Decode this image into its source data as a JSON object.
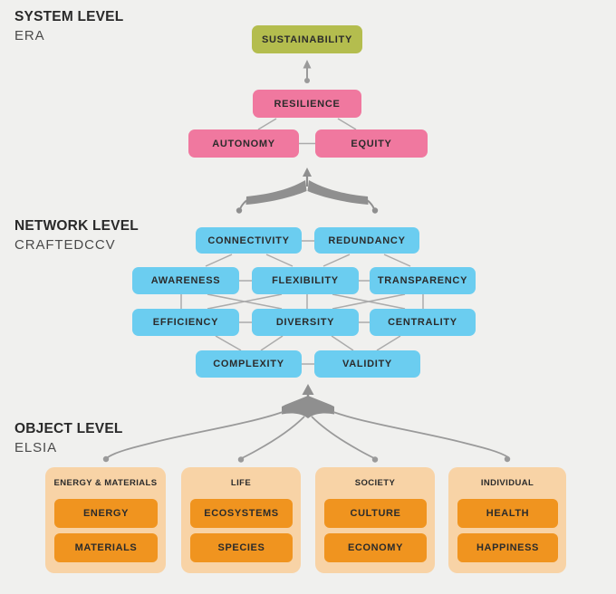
{
  "levels": {
    "system": {
      "title": "SYSTEM LEVEL",
      "subtitle": "ERA"
    },
    "network": {
      "title": "NETWORK LEVEL",
      "subtitle": "CRAFTEDCCV"
    },
    "object": {
      "title": "OBJECT LEVEL",
      "subtitle": "ELSIA"
    }
  },
  "system_nodes": {
    "sustainability": "SUSTAINABILITY",
    "resilience": "RESILIENCE",
    "autonomy": "AUTONOMY",
    "equity": "EQUITY"
  },
  "network_nodes": {
    "connectivity": "CONNECTIVITY",
    "redundancy": "REDUNDANCY",
    "awareness": "AWARENESS",
    "flexibility": "FLEXIBILITY",
    "transparency": "TRANSPARENCY",
    "efficiency": "EFFICIENCY",
    "diversity": "DIVERSITY",
    "centrality": "CENTRALITY",
    "complexity": "COMPLEXITY",
    "validity": "VALIDITY"
  },
  "object_groups": [
    {
      "header": "ENERGY & MATERIALS",
      "items": [
        "ENERGY",
        "MATERIALS"
      ]
    },
    {
      "header": "LIFE",
      "items": [
        "ECOSYSTEMS",
        "SPECIES"
      ]
    },
    {
      "header": "SOCIETY",
      "items": [
        "CULTURE",
        "ECONOMY"
      ]
    },
    {
      "header": "INDIVIDUAL",
      "items": [
        "HEALTH",
        "HAPPINESS"
      ]
    }
  ],
  "edges": {
    "system": [
      [
        "RESILIENCE",
        "SUSTAINABILITY"
      ],
      [
        "RESILIENCE",
        "AUTONOMY"
      ],
      [
        "RESILIENCE",
        "EQUITY"
      ],
      [
        "AUTONOMY",
        "EQUITY"
      ]
    ],
    "network": [
      [
        "CONNECTIVITY",
        "REDUNDANCY"
      ],
      [
        "CONNECTIVITY",
        "AWARENESS"
      ],
      [
        "CONNECTIVITY",
        "FLEXIBILITY"
      ],
      [
        "REDUNDANCY",
        "FLEXIBILITY"
      ],
      [
        "REDUNDANCY",
        "TRANSPARENCY"
      ],
      [
        "AWARENESS",
        "FLEXIBILITY"
      ],
      [
        "FLEXIBILITY",
        "TRANSPARENCY"
      ],
      [
        "AWARENESS",
        "EFFICIENCY"
      ],
      [
        "AWARENESS",
        "DIVERSITY"
      ],
      [
        "FLEXIBILITY",
        "EFFICIENCY"
      ],
      [
        "FLEXIBILITY",
        "DIVERSITY"
      ],
      [
        "FLEXIBILITY",
        "CENTRALITY"
      ],
      [
        "TRANSPARENCY",
        "DIVERSITY"
      ],
      [
        "TRANSPARENCY",
        "CENTRALITY"
      ],
      [
        "EFFICIENCY",
        "DIVERSITY"
      ],
      [
        "DIVERSITY",
        "CENTRALITY"
      ],
      [
        "EFFICIENCY",
        "COMPLEXITY"
      ],
      [
        "DIVERSITY",
        "COMPLEXITY"
      ],
      [
        "DIVERSITY",
        "VALIDITY"
      ],
      [
        "CENTRALITY",
        "VALIDITY"
      ],
      [
        "COMPLEXITY",
        "VALIDITY"
      ]
    ]
  },
  "colors": {
    "background": "#f0f0ee",
    "sustainability_node": "#b4bd4e",
    "system_node": "#f0789f",
    "network_node": "#6bcdf0",
    "object_group": "#f8d3a6",
    "object_item": "#f0941f",
    "connector_line": "#ababab",
    "brace": "#8f8f8f",
    "text": "#2b2b2b"
  }
}
